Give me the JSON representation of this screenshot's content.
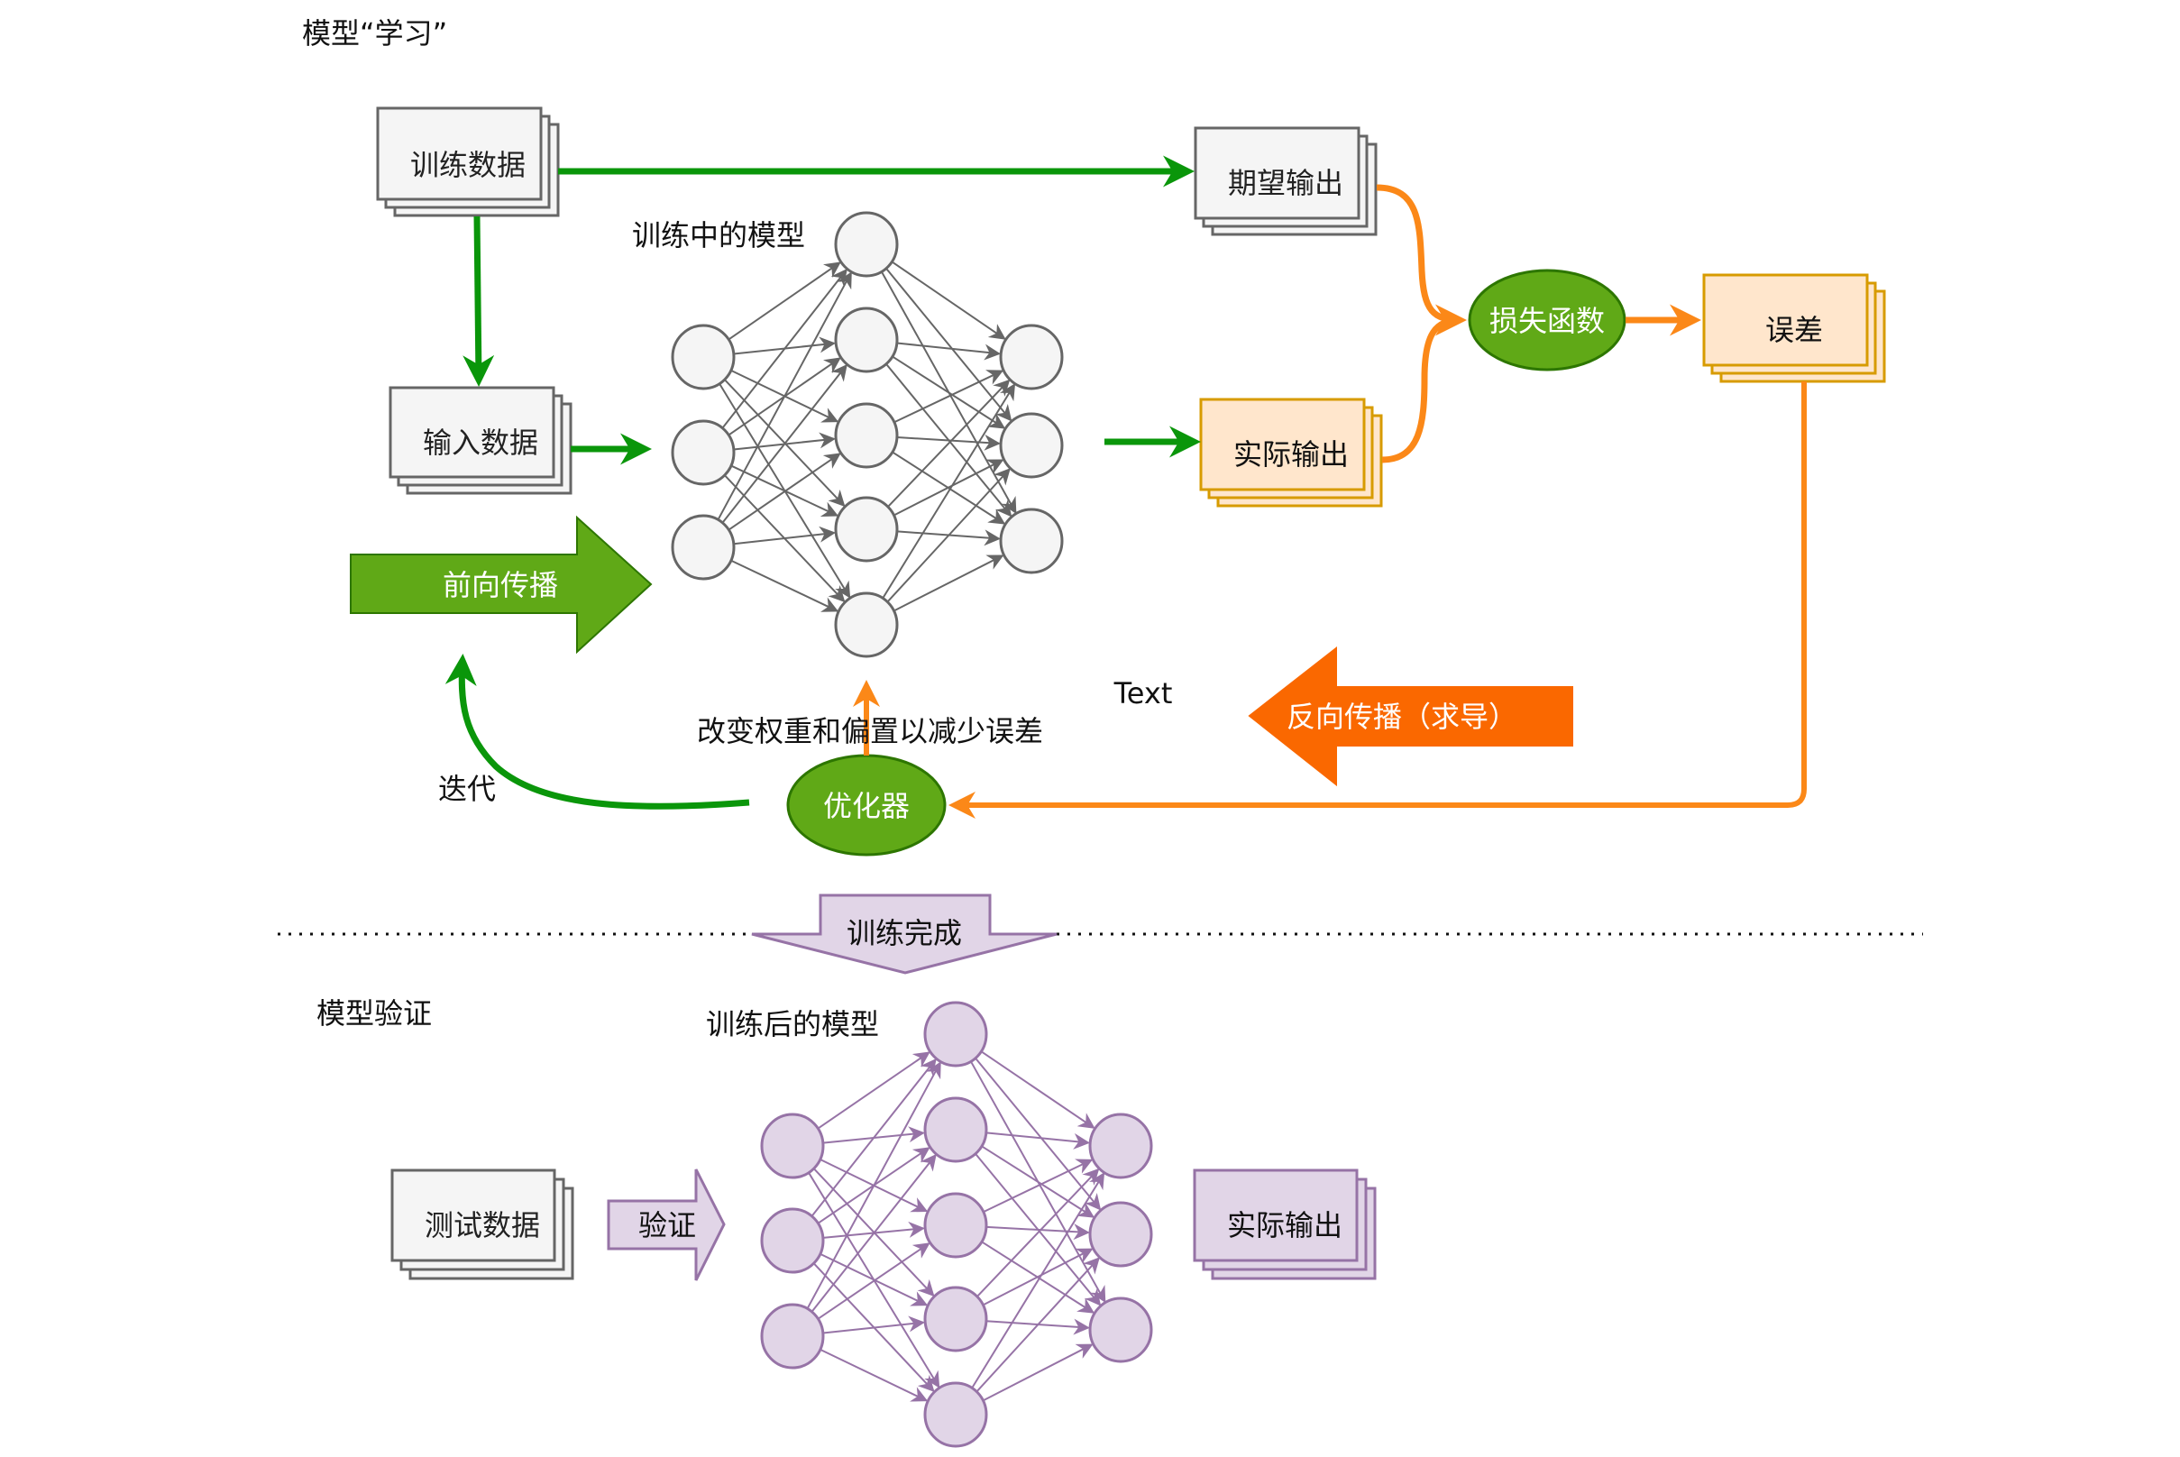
{
  "colors": {
    "green_line": "#0a960a",
    "green_fill": "#60a917",
    "green_stroke": "#2d7600",
    "orange_line": "#fb8818",
    "orange_fill": "#fa6800",
    "orange_stroke": "#c73500",
    "gray_fill": "#f5f5f5",
    "gray_stroke": "#666666",
    "peach_fill": "#ffe6cc",
    "peach_stroke": "#d79b00",
    "purple_fill": "#e1d5e7",
    "purple_stroke": "#9673a6"
  },
  "training": {
    "section_title": "模型“学习”",
    "training_data": "训练数据",
    "input_data": "输入数据",
    "expected_output": "期望输出",
    "actual_output": "实际输出",
    "loss_function": "损失函数",
    "error": "误差",
    "model_label": "训练中的模型",
    "forward_propagation": "前向传播",
    "backward_propagation": "反向传播（求导）",
    "optimizer": "优化器",
    "update_note": "改变权重和偏置以减少误差",
    "iterate": "迭代",
    "placeholder_text": "Text",
    "network": {
      "layers": [
        3,
        5,
        3
      ]
    }
  },
  "transition": {
    "training_done": "训练完成"
  },
  "validation": {
    "section_title": "模型验证",
    "test_data": "测试数据",
    "validate": "验证",
    "model_label": "训练后的模型",
    "actual_output": "实际输出",
    "network": {
      "layers": [
        3,
        5,
        3
      ]
    }
  }
}
